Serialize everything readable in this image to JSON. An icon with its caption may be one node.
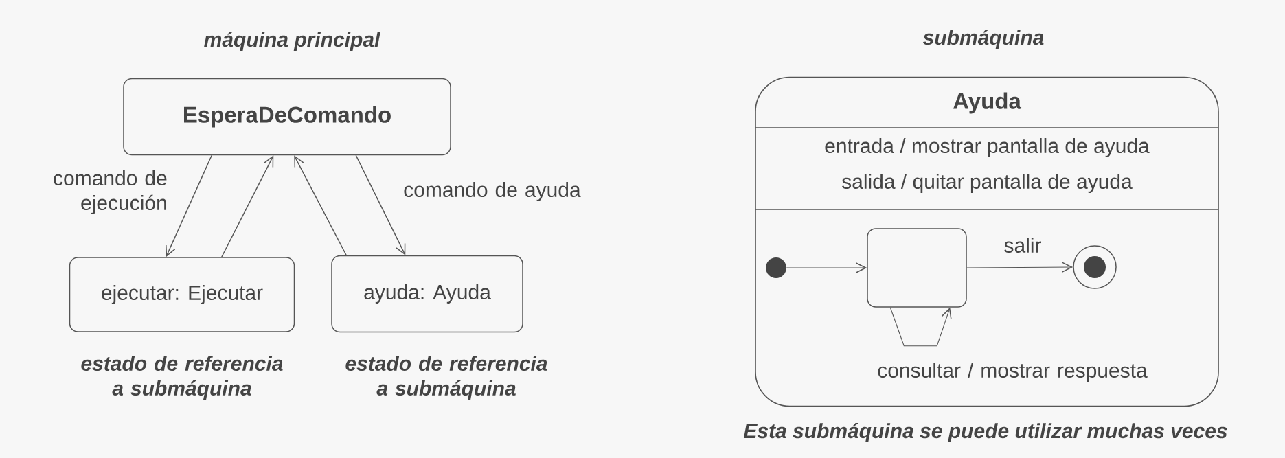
{
  "diagram": {
    "caption": "Esta submáquina se puede utilizar muchas veces",
    "nodes": [
      {
        "text": [
          "EsperaDeComando"
        ]
      },
      {
        "text": [
          "ejecutar: Ejecutar"
        ],
        "beside": [
          "estado de referencia a submáquina"
        ]
      },
      {
        "text": [
          "ayuda: Ayuda"
        ],
        "beside": [
          "estado de referencia a submáquina"
        ]
      },
      {
        "text": [
          "Ayuda",
          "entrada / mostrar pantalla de ayuda",
          "salida / quitar pantalla de ayuda"
        ]
      },
      {
        "text": [],
        "shape": "circle",
        "in": 3
      },
      {
        "text": [],
        "shape": "box",
        "in": 3
      },
      {
        "text": [],
        "shape": "circle",
        "in": 3
      }
    ],
    "edges": [
      {
        "from": 0,
        "to": 1,
        "arrow": "to",
        "label": "comando de ejecución"
      },
      {
        "from": 1,
        "to": 0,
        "arrow": "to"
      },
      {
        "from": 2,
        "to": 0,
        "arrow": "to"
      },
      {
        "from": 0,
        "to": 2,
        "arrow": "to",
        "label": "comando de ayuda"
      },
      {
        "from": 4,
        "to": 5,
        "arrow": "to"
      },
      {
        "from": 5,
        "to": 6,
        "arrow": "to",
        "label": "salir"
      },
      {
        "from": 5,
        "to": 5,
        "arrow": "to",
        "label": "consultar / mostrar respuesta"
      }
    ],
    "labels": [
      "máquina principal",
      "submáquina"
    ]
  }
}
